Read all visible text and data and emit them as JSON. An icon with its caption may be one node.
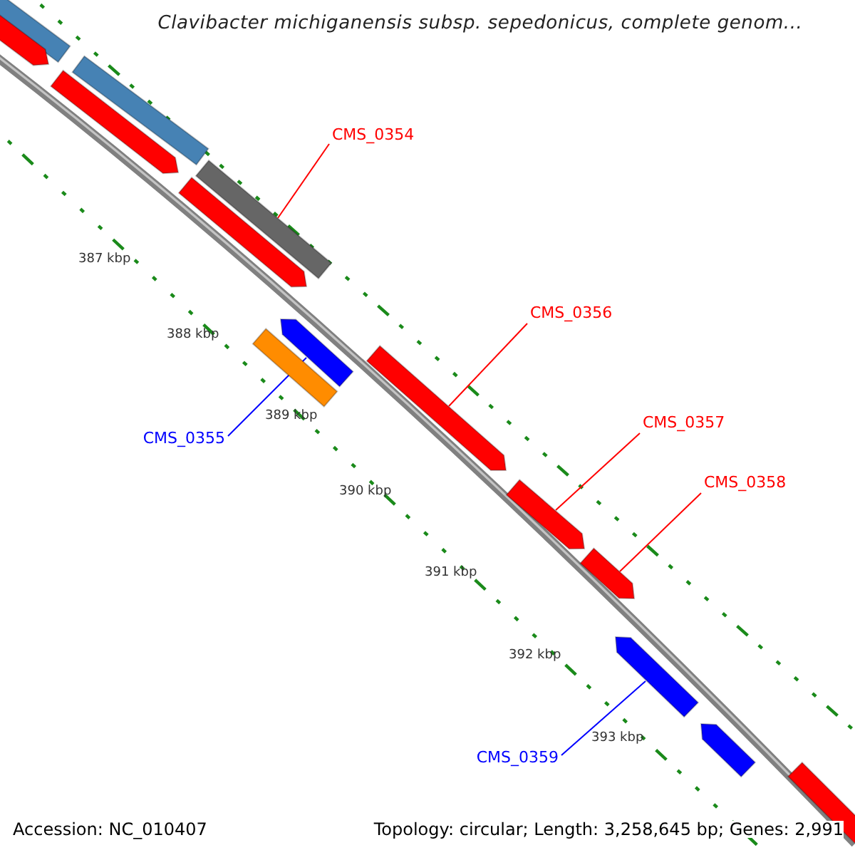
{
  "diagram": {
    "title": "Clavibacter michiganensis subsp. sepedonicus, complete genom...",
    "nodes": [
      {
        "text": [
          "CMS_0354"
        ]
      },
      {
        "text": [
          "CMS_0356"
        ]
      },
      {
        "text": [
          "CMS_0357"
        ]
      },
      {
        "text": [
          "CMS_0355"
        ]
      },
      {
        "text": [
          "CMS_0358"
        ]
      },
      {
        "text": [
          "CMS_0359"
        ]
      },
      {
        "text": [],
        "shape": "bar"
      },
      {
        "text": [],
        "shape": "bar"
      },
      {
        "text": [],
        "shape": "bar"
      },
      {
        "text": [],
        "shape": "bar"
      },
      {
        "text": [],
        "shape": "bar"
      },
      {
        "text": [],
        "shape": "bar"
      },
      {
        "text": [],
        "shape": "bar"
      },
      {
        "text": [],
        "shape": "bar"
      },
      {
        "text": [],
        "shape": "bar"
      },
      {
        "text": [],
        "shape": "bar"
      },
      {
        "text": [],
        "shape": "bar"
      },
      {
        "text": [],
        "shape": "bar"
      },
      {
        "text": [],
        "shape": "bar"
      },
      {
        "text": [],
        "shape": "bar"
      }
    ],
    "edges": [
      {
        "from": 0,
        "to": 11,
        "arrow": "none"
      },
      {
        "from": 1,
        "to": 14,
        "arrow": "none"
      },
      {
        "from": 2,
        "to": 15,
        "arrow": "none"
      },
      {
        "from": 3,
        "to": 12,
        "arrow": "none",
        "color": "#0000ff"
      },
      {
        "from": 4,
        "to": 16,
        "arrow": "none"
      },
      {
        "from": 5,
        "to": 17,
        "arrow": "none",
        "color": "#0000ff"
      }
    ],
    "labels": [
      "387 kbp",
      "388 kbp",
      "389 kbp",
      "390 kbp",
      "391 kbp",
      "392 kbp",
      "393 kbp",
      "Accession: NC_010407",
      "Topology: circular; Length: 3,258,645 bp; Genes: 2,991"
    ]
  }
}
